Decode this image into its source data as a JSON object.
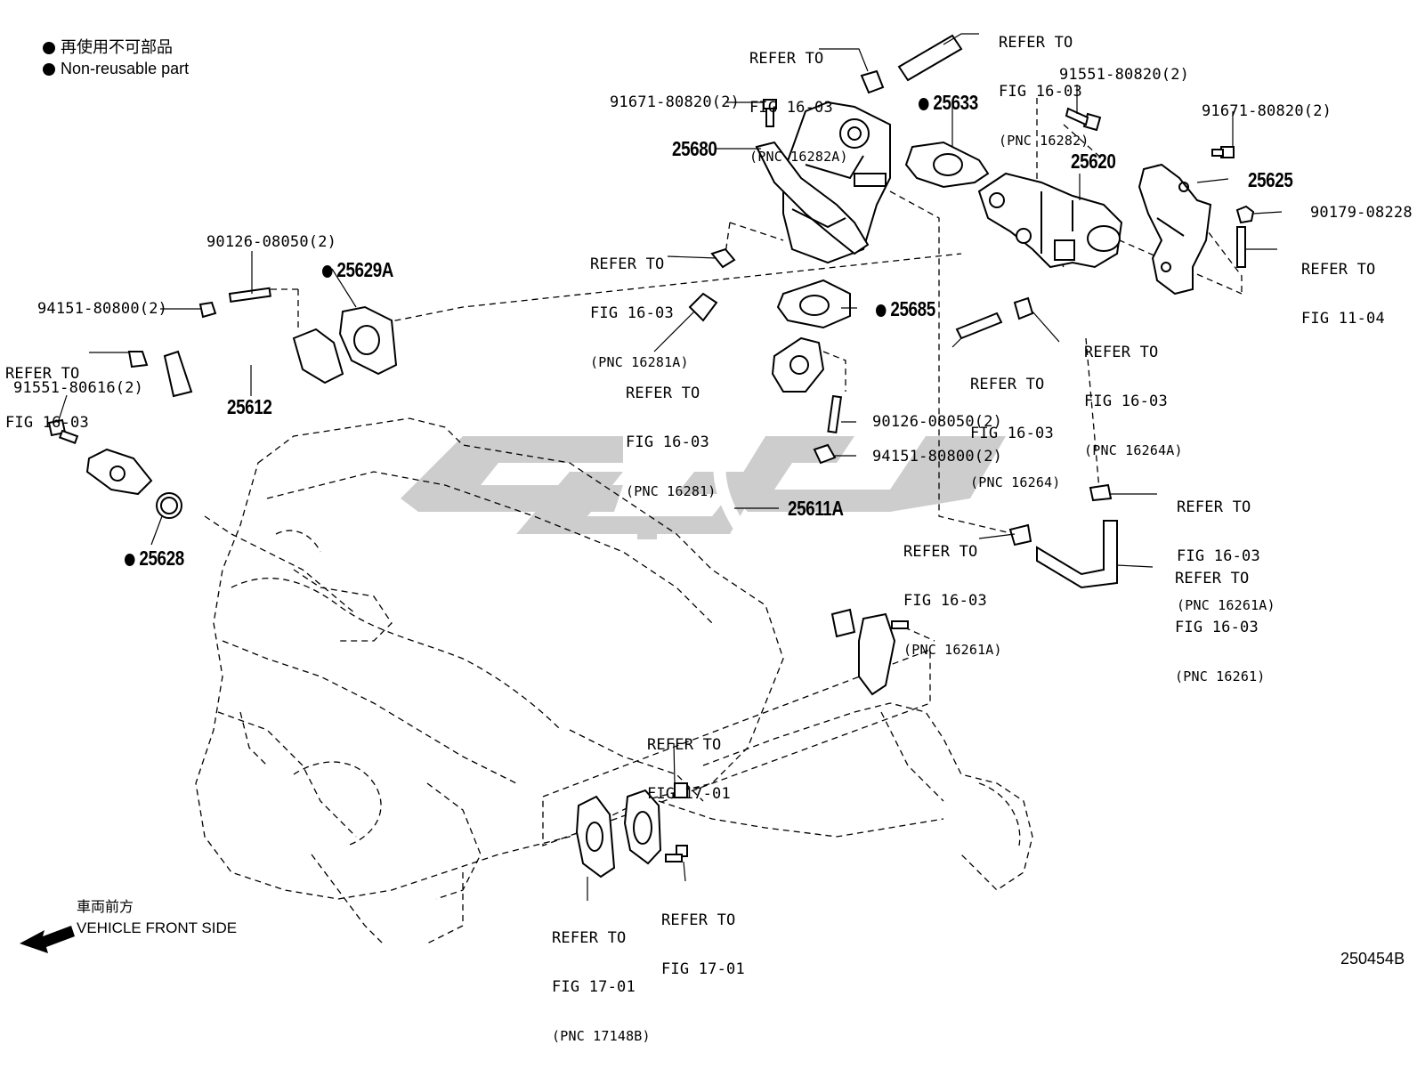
{
  "legend": {
    "jp": "再使用不可部品",
    "en": "Non-reusable part"
  },
  "footer": {
    "front_jp": "車両前方",
    "front_en": "VEHICLE FRONT SIDE",
    "figure_id": "250454B"
  },
  "watermark": "ﺖﯾﭼﻬ",
  "parts": {
    "p25680": "25680",
    "p25633": "25633",
    "p25620": "25620",
    "p25625": "25625",
    "p25629A": "25629A",
    "p25612": "25612",
    "p25685": "25685",
    "p25611A": "25611A",
    "p25628": "25628",
    "b91671a": "91671-80820(2)",
    "b91551a": "91551-80820(2)",
    "b91671b": "91671-80820(2)",
    "b90179": "90179-08228",
    "b90126a": "90126-08050(2)",
    "b94151a": "94151-80800(2)",
    "b91551b": "91551-80616(2)",
    "b90126b": "90126-08050(2)",
    "b94151b": "94151-80800(2)"
  },
  "refs": {
    "r1": {
      "l1": "REFER TO",
      "l2": "FIG 16-03",
      "pnc": "(PNC 16282A)"
    },
    "r2": {
      "l1": "REFER TO",
      "l2": "FIG 16-03",
      "pnc": "(PNC 16282)"
    },
    "r3": {
      "l1": "REFER TO",
      "l2": "FIG 16-03",
      "pnc": "(PNC 16281A)"
    },
    "r4": {
      "l1": "REFER TO",
      "l2": "FIG 11-04"
    },
    "r5": {
      "l1": "REFER TO",
      "l2": "FIG 16-03",
      "pnc": "(PNC 16264A)"
    },
    "r6": {
      "l1": "REFER TO",
      "l2": "FIG 16-03",
      "pnc": "(PNC 16264)"
    },
    "r7": {
      "l1": "REFER TO",
      "l2": "FIG 16-03"
    },
    "r8": {
      "l1": "REFER TO",
      "l2": "FIG 16-03",
      "pnc": "(PNC 16281)"
    },
    "r9": {
      "l1": "REFER TO",
      "l2": "FIG 16-03",
      "pnc": "(PNC 16261A)"
    },
    "r10": {
      "l1": "REFER TO",
      "l2": "FIG 16-03",
      "pnc": "(PNC 16261A)"
    },
    "r11": {
      "l1": "REFER TO",
      "l2": "FIG 16-03",
      "pnc": "(PNC 16261)"
    },
    "r12": {
      "l1": "REFER TO",
      "l2": "FIG 17-01"
    },
    "r13": {
      "l1": "REFER TO",
      "l2": "FIG 17-01"
    },
    "r14": {
      "l1": "REFER TO",
      "l2": "FIG 17-01",
      "pnc": "(PNC 17148B)"
    }
  }
}
